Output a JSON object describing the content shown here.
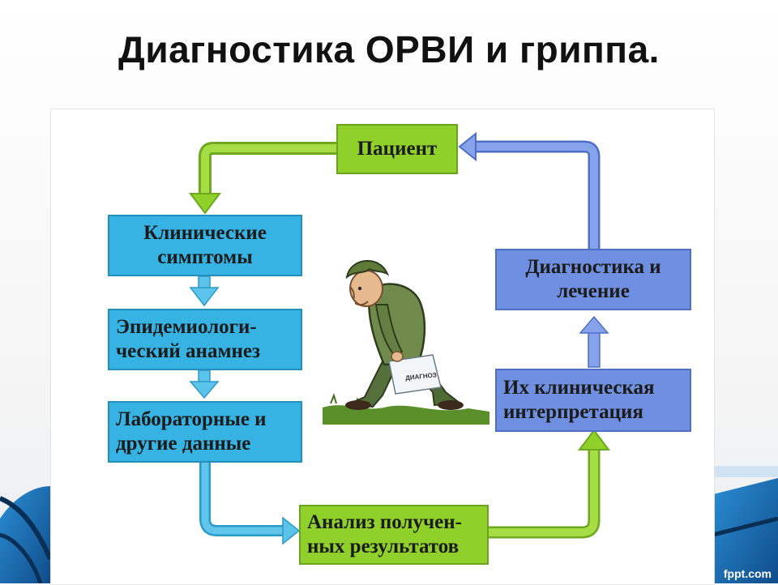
{
  "slide": {
    "title": "Диагностика ОРВИ и гриппа.",
    "brand": "fppt.com"
  },
  "diagram": {
    "nodes": {
      "patient": "Пациент",
      "clinical_symptoms": "Клинические\nсимптомы",
      "epidemiological_anamnesis": "Эпидемиологи-\nческий анамнез",
      "laboratory_data": "Лабораторные и\nдругие данные",
      "results_analysis": "Анализ получен-\nных результатов",
      "clinical_interpretation": "Их клиническая\nинтерпретация",
      "diagnosis_treatment": "Диагностика и\nлечение"
    },
    "illustration": {
      "paper_label": "ДИАГНОЗ"
    }
  },
  "colors": {
    "green": "#8fd12a",
    "cyan": "#36b3e3",
    "blue": "#6f8fe1",
    "deco_blue": "#1f73b8"
  }
}
